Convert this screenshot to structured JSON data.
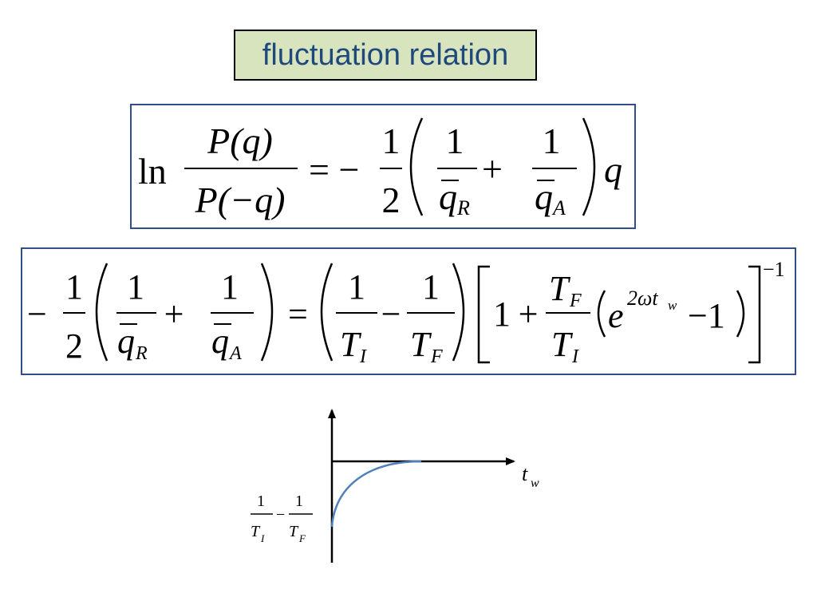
{
  "title": "fluctuation relation",
  "colors": {
    "title_background": "#d7e4bd",
    "title_text": "#1f497d",
    "box_border": "#2e4f8a",
    "curve": "#4f81bd"
  },
  "equation1": {
    "ln": "ln",
    "numerator": "P(q)",
    "denominator": "P(−q)",
    "equals_minus": "= −",
    "one": "1",
    "two": "2",
    "plus": "+",
    "q_bar": "q",
    "sub_R": "R",
    "sub_A": "A",
    "q_trailing": "q"
  },
  "equation2": {
    "minus": "−",
    "one": "1",
    "two": "2",
    "plus": "+",
    "equals": "=",
    "q_bar": "q",
    "sub_R": "R",
    "sub_A": "A",
    "T": "T",
    "sub_I": "I",
    "sub_F": "F",
    "e": "e",
    "exponent": "2ωt",
    "exponent_sub": "w",
    "minus_one_inner": "−1",
    "outer_exponent": "−1"
  },
  "graph": {
    "x_label": "t",
    "x_label_sub": "w",
    "y_label_one": "1",
    "y_label_T": "T",
    "y_label_sub_I": "I",
    "y_label_sub_F": "F",
    "y_label_minus": "−"
  }
}
